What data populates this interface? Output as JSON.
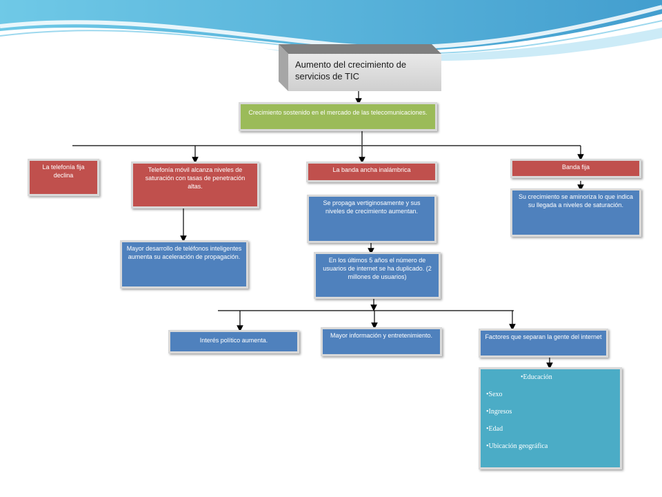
{
  "title": "Aumento del crecimiento de servicios de TIC",
  "growth": "Crecimiento sostenido en el mercado de las telecomunicaciones.",
  "fixed_decline": "La telefonía fija declina",
  "mobile": "Telefonía móvil alcanza niveles de saturación con tasas de penetración altas.",
  "smartphones": "Mayor desarrollo de teléfonos inteligentes aumenta su aceleración de propagación.",
  "wireless": "La banda ancha inalámbrica",
  "wireless_growth": "Se propaga vertiginosamente y sus niveles de crecimiento aumentan.",
  "internet_users": "En los últimos 5 años el número de usuarios de internet se ha duplicado. (2 millones de usuarios)",
  "fixed_broadband": "Banda fija",
  "fixed_broadband_growth": "Su crecimiento se aminoriza lo que indica su llegada a niveles de saturación.",
  "political": "Interés político aumenta.",
  "information": "Mayor información y entretenimiento.",
  "divide": "Factores que separan la gente del internet",
  "factors": [
    "Educación",
    "Sexo",
    "Ingresos",
    "Edad",
    "Ubicación geográfica"
  ],
  "colors": {
    "red": "#c0504d",
    "blue": "#4f81bd",
    "green": "#9bbb59",
    "teal": "#4bacc6"
  }
}
